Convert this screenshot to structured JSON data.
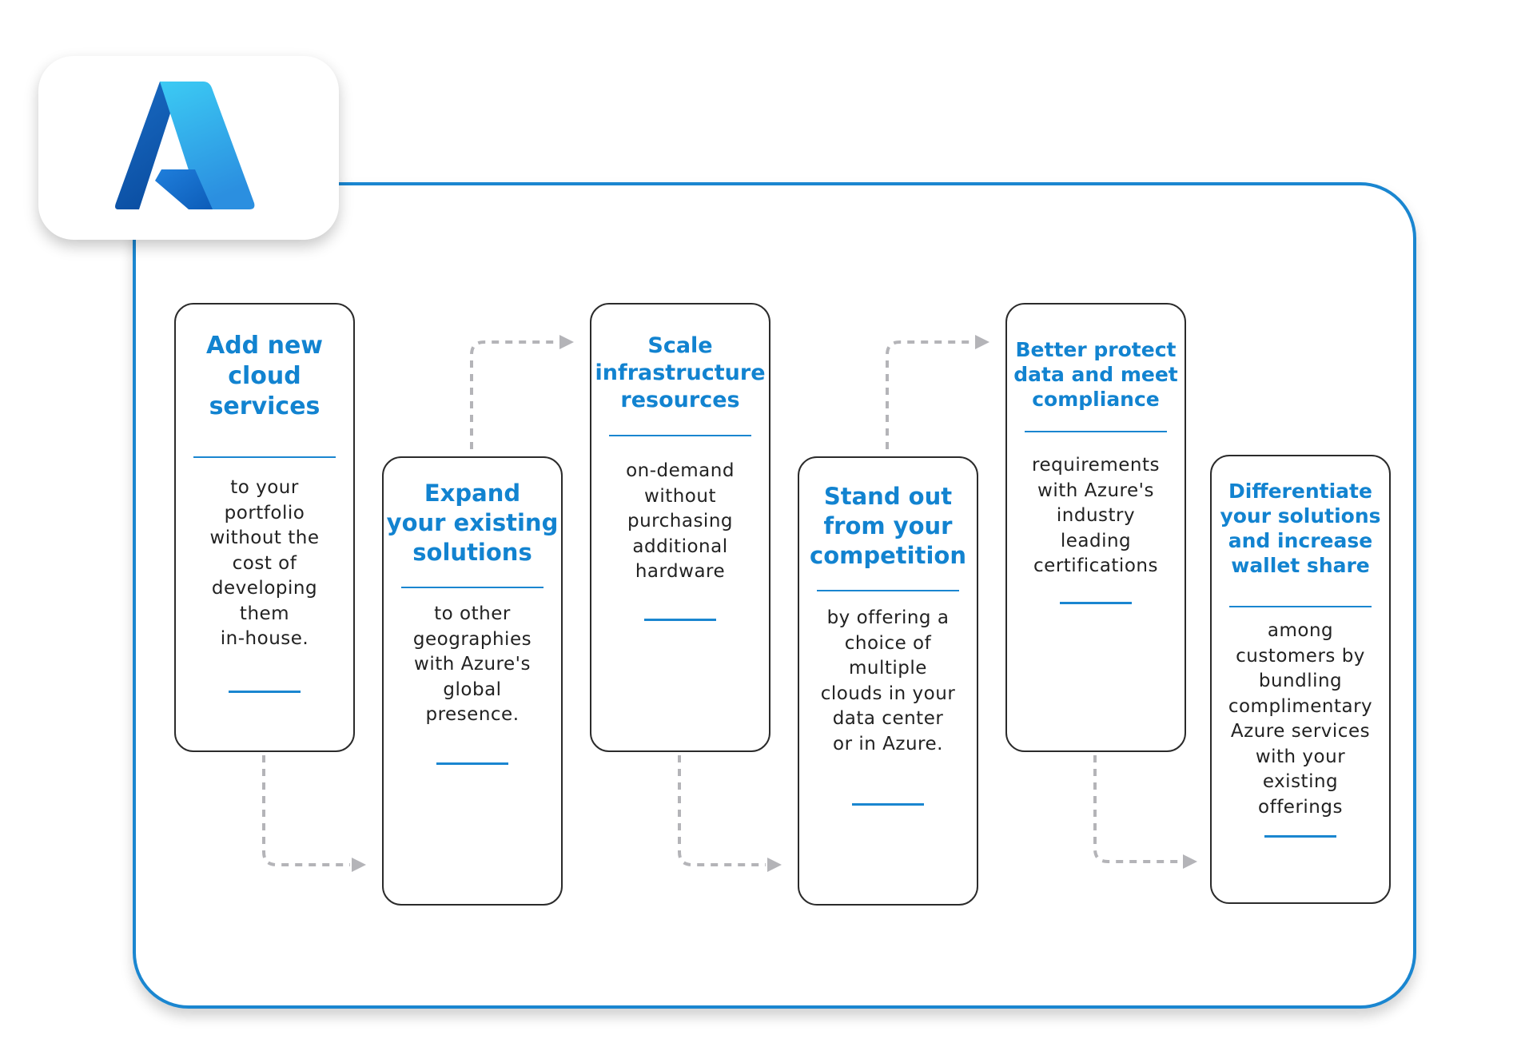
{
  "logo": {
    "icon": "azure-logo-icon"
  },
  "colors": {
    "accent": "#1a86d0",
    "title": "#1283d0",
    "text": "#222222",
    "card_border": "#2b2b2b",
    "arrow": "#b4b4b8"
  },
  "steps": [
    {
      "title": "Add new\ncloud\nservices",
      "body": "to your\nportfolio\nwithout the\ncost of\ndeveloping\nthem\nin-house."
    },
    {
      "title": "Expand\nyour existing\nsolutions",
      "body": "to other\ngeographies\nwith Azure's\nglobal\npresence."
    },
    {
      "title": "Scale\ninfrastructure\nresources",
      "body": "on-demand\nwithout\npurchasing\nadditional\nhardware"
    },
    {
      "title": "Stand out\nfrom your\ncompetition",
      "body": "by offering a\nchoice of\nmultiple\nclouds in your\ndata center\nor in Azure."
    },
    {
      "title": "Better protect\ndata and meet\ncompliance",
      "body": "requirements\nwith Azure's\nindustry\nleading\ncertifications"
    },
    {
      "title": "Differentiate\nyour solutions\nand increase\nwallet share",
      "body": "among\ncustomers by\nbundling\ncomplimentary\nAzure services\nwith your\nexisting\nofferings"
    }
  ]
}
